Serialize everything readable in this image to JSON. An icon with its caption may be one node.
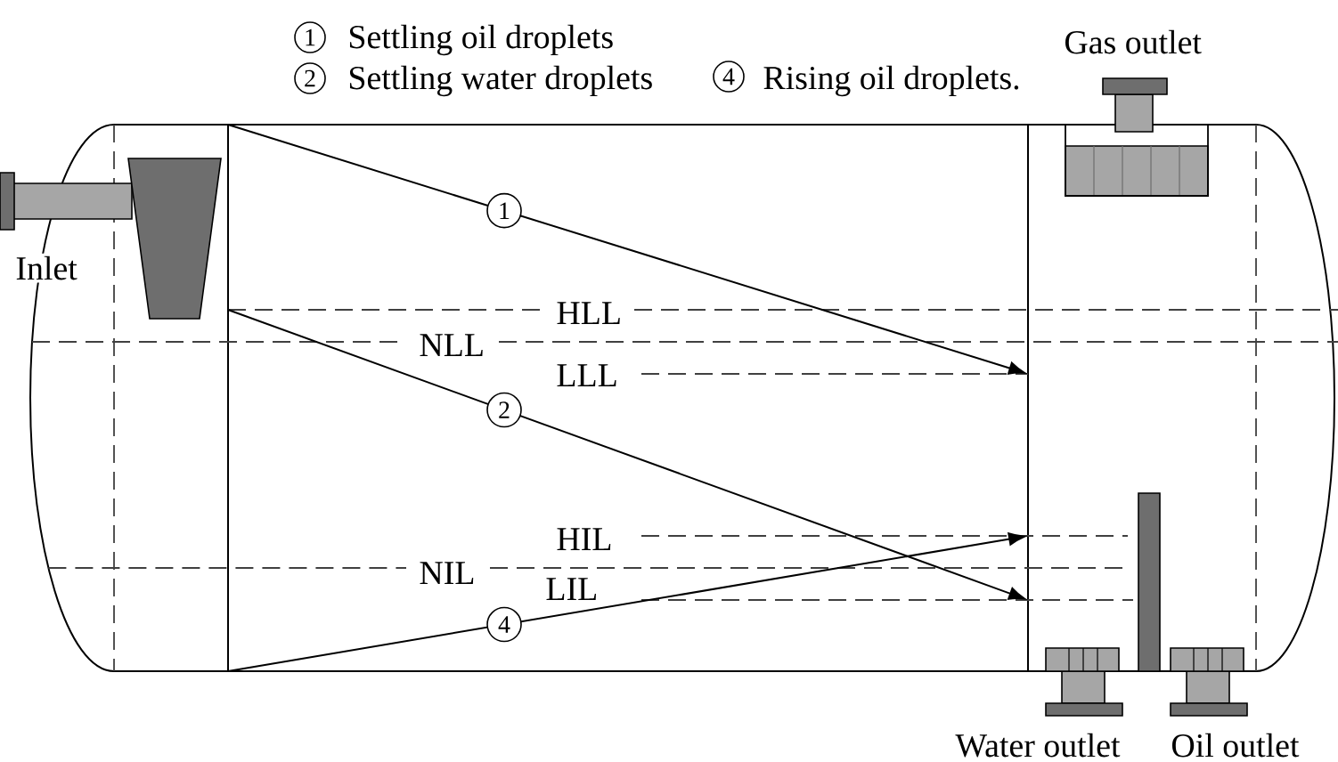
{
  "diagram": {
    "labels": [
      "1",
      "Settling oil droplets",
      "Gas outlet",
      "2",
      "Settling water droplets",
      "4",
      "Rising oil droplets.",
      "1",
      "Inlet",
      "HLL",
      "NLL",
      "LLL",
      "2",
      "HIL",
      "NIL",
      "LIL",
      "4",
      "Water outlet",
      "Oil outlet"
    ]
  }
}
